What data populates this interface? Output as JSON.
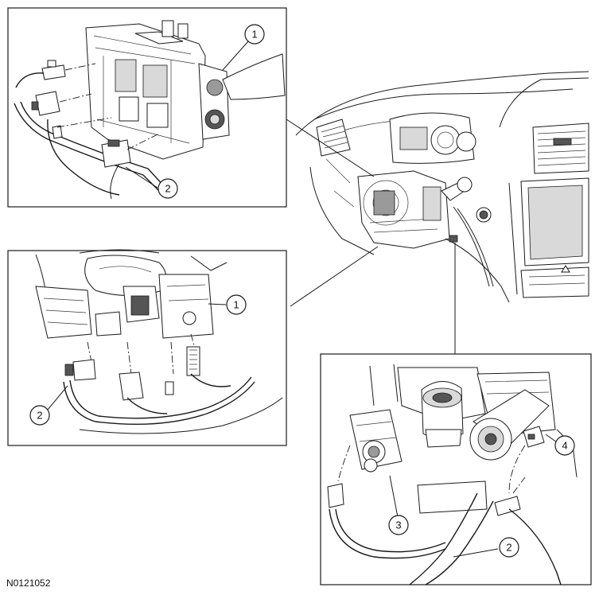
{
  "figure_id": "N0121052",
  "callouts": {
    "tl_1": "1",
    "tl_2": "2",
    "ml_1": "1",
    "ml_2": "2",
    "br_3": "3",
    "br_4": "4",
    "br_2": "2"
  }
}
